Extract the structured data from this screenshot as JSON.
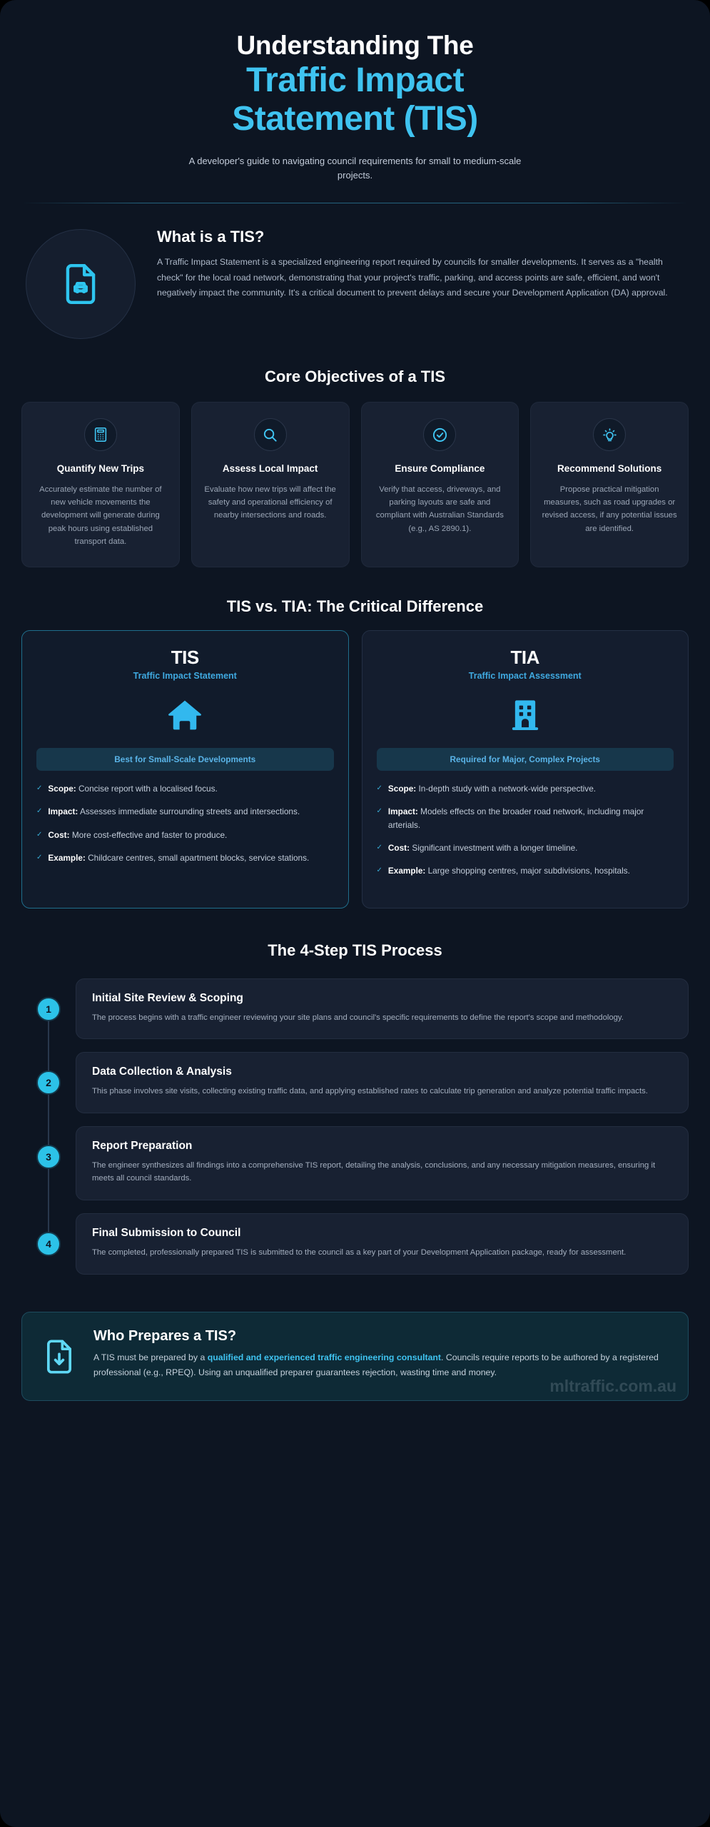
{
  "header": {
    "title_line1": "Understanding The",
    "title_line2a": "Traffic Impact",
    "title_line2b": "Statement (TIS)",
    "subtitle": "A developer's guide to navigating council requirements for small to medium-scale projects."
  },
  "whatis": {
    "title": "What is a TIS?",
    "text": "A Traffic Impact Statement is a specialized engineering report required by councils for smaller developments. It serves as a \"health check\" for the local road network, demonstrating that your project's traffic, parking, and access points are safe, efficient, and won't negatively impact the community. It's a critical document to prevent delays and secure your Development Application (DA) approval.",
    "icon": "document-car-icon"
  },
  "objectives": {
    "title": "Core Objectives of a TIS",
    "cards": [
      {
        "icon": "calculator-icon",
        "title": "Quantify New Trips",
        "text": "Accurately estimate the number of new vehicle movements the development will generate during peak hours using established transport data."
      },
      {
        "icon": "magnifier-icon",
        "title": "Assess Local Impact",
        "text": "Evaluate how new trips will affect the safety and operational efficiency of nearby intersections and roads."
      },
      {
        "icon": "check-circle-icon",
        "title": "Ensure Compliance",
        "text": "Verify that access, driveways, and parking layouts are safe and compliant with Australian Standards (e.g., AS 2890.1)."
      },
      {
        "icon": "lightbulb-icon",
        "title": "Recommend Solutions",
        "text": "Propose practical mitigation measures, such as road upgrades or revised access, if any potential issues are identified."
      }
    ]
  },
  "comparison": {
    "title": "TIS vs. TIA: The Critical Difference",
    "tis": {
      "abbr": "TIS",
      "full": "Traffic Impact Statement",
      "icon": "house-icon",
      "pill": "Best for Small-Scale Developments",
      "items": [
        {
          "label": "Scope:",
          "text": "Concise report with a localised focus."
        },
        {
          "label": "Impact:",
          "text": "Assesses immediate surrounding streets and intersections."
        },
        {
          "label": "Cost:",
          "text": "More cost-effective and faster to produce."
        },
        {
          "label": "Example:",
          "text": "Childcare centres, small apartment blocks, service stations."
        }
      ]
    },
    "tia": {
      "abbr": "TIA",
      "full": "Traffic Impact Assessment",
      "icon": "building-icon",
      "pill": "Required for Major, Complex Projects",
      "items": [
        {
          "label": "Scope:",
          "text": "In-depth study with a network-wide perspective."
        },
        {
          "label": "Impact:",
          "text": "Models effects on the broader road network, including major arterials."
        },
        {
          "label": "Cost:",
          "text": "Significant investment with a longer timeline."
        },
        {
          "label": "Example:",
          "text": "Large shopping centres, major subdivisions, hospitals."
        }
      ]
    }
  },
  "process": {
    "title": "The 4-Step TIS Process",
    "steps": [
      {
        "number": "1",
        "title": "Initial Site Review & Scoping",
        "text": "The process begins with a traffic engineer reviewing your site plans and council's specific requirements to define the report's scope and methodology."
      },
      {
        "number": "2",
        "title": "Data Collection & Analysis",
        "text": "This phase involves site visits, collecting existing traffic data, and applying established rates to calculate trip generation and analyze potential traffic impacts."
      },
      {
        "number": "3",
        "title": "Report Preparation",
        "text": "The engineer synthesizes all findings into a comprehensive TIS report, detailing the analysis, conclusions, and any necessary mitigation measures, ensuring it meets all council standards."
      },
      {
        "number": "4",
        "title": "Final Submission to Council",
        "text": "The completed, professionally prepared TIS is submitted to the council as a key part of your Development Application package, ready for assessment."
      }
    ]
  },
  "callout": {
    "icon": "document-download-icon",
    "title": "Who Prepares a TIS?",
    "text_part1": "A TIS must be prepared by a ",
    "text_highlight": "qualified and experienced traffic engineering consultant",
    "text_part2": ". Councils require reports to be authored by a registered professional (e.g., RPEQ). Using an unqualified preparer guarantees rejection, wasting time and money.",
    "watermark": "mltraffic.com.au"
  },
  "colors": {
    "page_bg": "#0d1522",
    "accent_cyan": "#3fc3f0",
    "accent_blue": "#3fa9e0",
    "card_bg": "#182132",
    "callout_bg": "#0e2a36"
  }
}
